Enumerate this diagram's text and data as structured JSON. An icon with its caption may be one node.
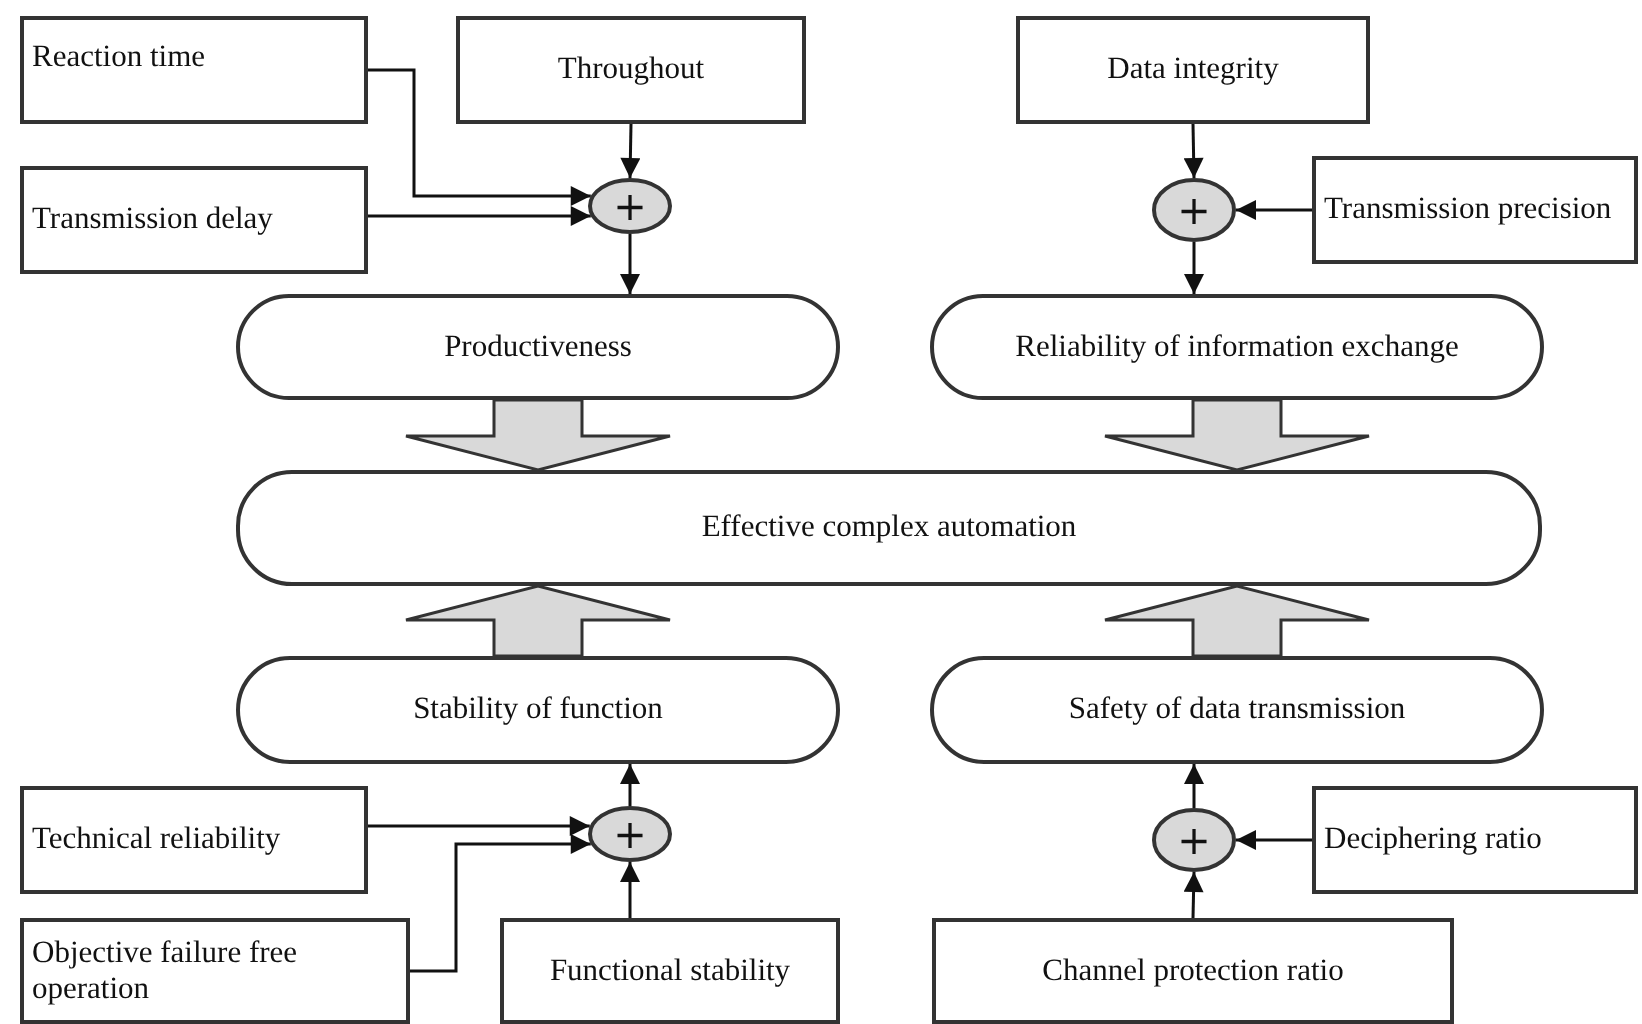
{
  "diagram": {
    "nodes": [
      {
        "text": [
          "Reaction time"
        ]
      },
      {
        "text": [
          "Throughout"
        ]
      },
      {
        "text": [
          "Data integrity"
        ]
      },
      {
        "text": [
          "+"
        ]
      },
      {
        "text": [
          "Transmission delay"
        ]
      },
      {
        "text": [
          "+"
        ]
      },
      {
        "text": [
          "Transmission precision"
        ]
      },
      {
        "text": [
          "Productiveness"
        ]
      },
      {
        "text": [
          "Reliability of information exchange"
        ]
      },
      {
        "text": [
          "Effective complex automation"
        ]
      },
      {
        "text": [
          "Stability of function"
        ]
      },
      {
        "text": [
          "Safety of data transmission"
        ]
      },
      {
        "text": [
          "Technical reliability"
        ]
      },
      {
        "text": [
          "+"
        ]
      },
      {
        "text": [
          "+"
        ]
      },
      {
        "text": [
          "Deciphering ratio"
        ]
      },
      {
        "text": [
          "Objective failure free operation"
        ]
      },
      {
        "text": [
          "Functional stability"
        ]
      },
      {
        "text": [
          "Channel protection ratio"
        ]
      }
    ],
    "edges": [
      {
        "from": 0,
        "to": 3,
        "arrow": "to"
      },
      {
        "from": 1,
        "to": 3,
        "arrow": "to"
      },
      {
        "from": 4,
        "to": 3,
        "arrow": "to"
      },
      {
        "from": 3,
        "to": 7,
        "arrow": "to"
      },
      {
        "from": 2,
        "to": 5,
        "arrow": "to"
      },
      {
        "from": 6,
        "to": 5,
        "arrow": "to"
      },
      {
        "from": 5,
        "to": 8,
        "arrow": "to"
      },
      {
        "from": 7,
        "to": 9,
        "arrow": "to",
        "style": "thick"
      },
      {
        "from": 8,
        "to": 9,
        "arrow": "to",
        "style": "thick"
      },
      {
        "from": 10,
        "to": 9,
        "arrow": "to",
        "style": "thick"
      },
      {
        "from": 11,
        "to": 9,
        "arrow": "to",
        "style": "thick"
      },
      {
        "from": 12,
        "to": 13,
        "arrow": "to"
      },
      {
        "from": 16,
        "to": 13,
        "arrow": "to"
      },
      {
        "from": 17,
        "to": 13,
        "arrow": "to"
      },
      {
        "from": 13,
        "to": 10,
        "arrow": "to"
      },
      {
        "from": 15,
        "to": 14,
        "arrow": "to"
      },
      {
        "from": 18,
        "to": 14,
        "arrow": "to"
      },
      {
        "from": 14,
        "to": 11,
        "arrow": "to"
      }
    ]
  }
}
